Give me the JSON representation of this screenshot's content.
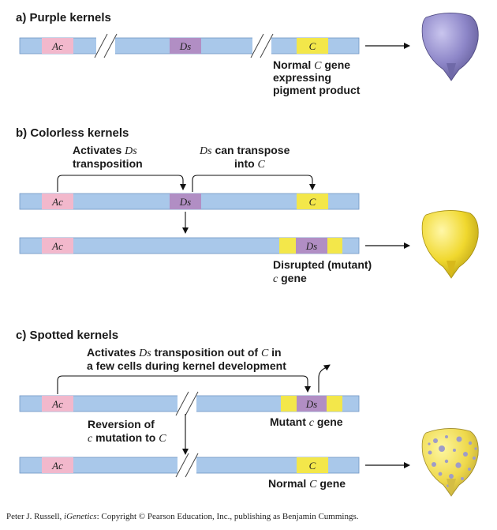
{
  "colors": {
    "dna": "#a9c8ea",
    "dna_edge": "#6f95c4",
    "ac_box": "#f2b8cc",
    "ds_box": "#b18ec4",
    "c_box": "#f3e74a",
    "purple_kernel": "#8d86c8",
    "yellow_kernel": "#f0d82e",
    "spot": "#9e9cc8"
  },
  "panels": {
    "a": {
      "title": "a) Purple kernels",
      "ac": "Ac",
      "ds": "Ds",
      "c": "C",
      "result_line1_pre": "Normal ",
      "result_line1_gene": "C",
      "result_line1_post": " gene",
      "result_line2": "expressing",
      "result_line3": "pigment product"
    },
    "b": {
      "title": "b) Colorless kernels",
      "activates_line1_pre": "Activates ",
      "activates_line1_gene": "Ds",
      "activates_line2": "transposition",
      "transpose_line1_gene": "Ds",
      "transpose_line1_post": " can transpose",
      "transpose_line2_pre": "into ",
      "transpose_line2_gene": "C",
      "ac": "Ac",
      "ds": "Ds",
      "c": "C",
      "ac2": "Ac",
      "ds2": "Ds",
      "result_line1": "Disrupted (mutant)",
      "result_line2_gene": "c",
      "result_line2_post": " gene"
    },
    "c": {
      "title": "c) Spotted kernels",
      "activates_line1_pre": "Activates ",
      "activates_line1_gene": "Ds",
      "activates_line1_mid": " transposition out of ",
      "activates_line1_gene2": "C",
      "activates_line1_post": " in",
      "activates_line2": "a few cells during kernel development",
      "ac": "Ac",
      "ds": "Ds",
      "mutant_pre": "Mutant ",
      "mutant_gene": "c",
      "mutant_post": " gene",
      "reversion_line1": "Reversion of",
      "reversion_line2_gene": "c",
      "reversion_line2_mid": " mutation to ",
      "reversion_line2_gene2": "C",
      "ac2": "Ac",
      "c2": "C",
      "normal_pre": "Normal ",
      "normal_gene": "C",
      "normal_post": " gene"
    }
  },
  "footer": {
    "author": "Peter J. Russell, ",
    "book": "iGenetics",
    "rest": ": Copyright © Pearson Education, Inc., publishing as Benjamin Cummings."
  }
}
